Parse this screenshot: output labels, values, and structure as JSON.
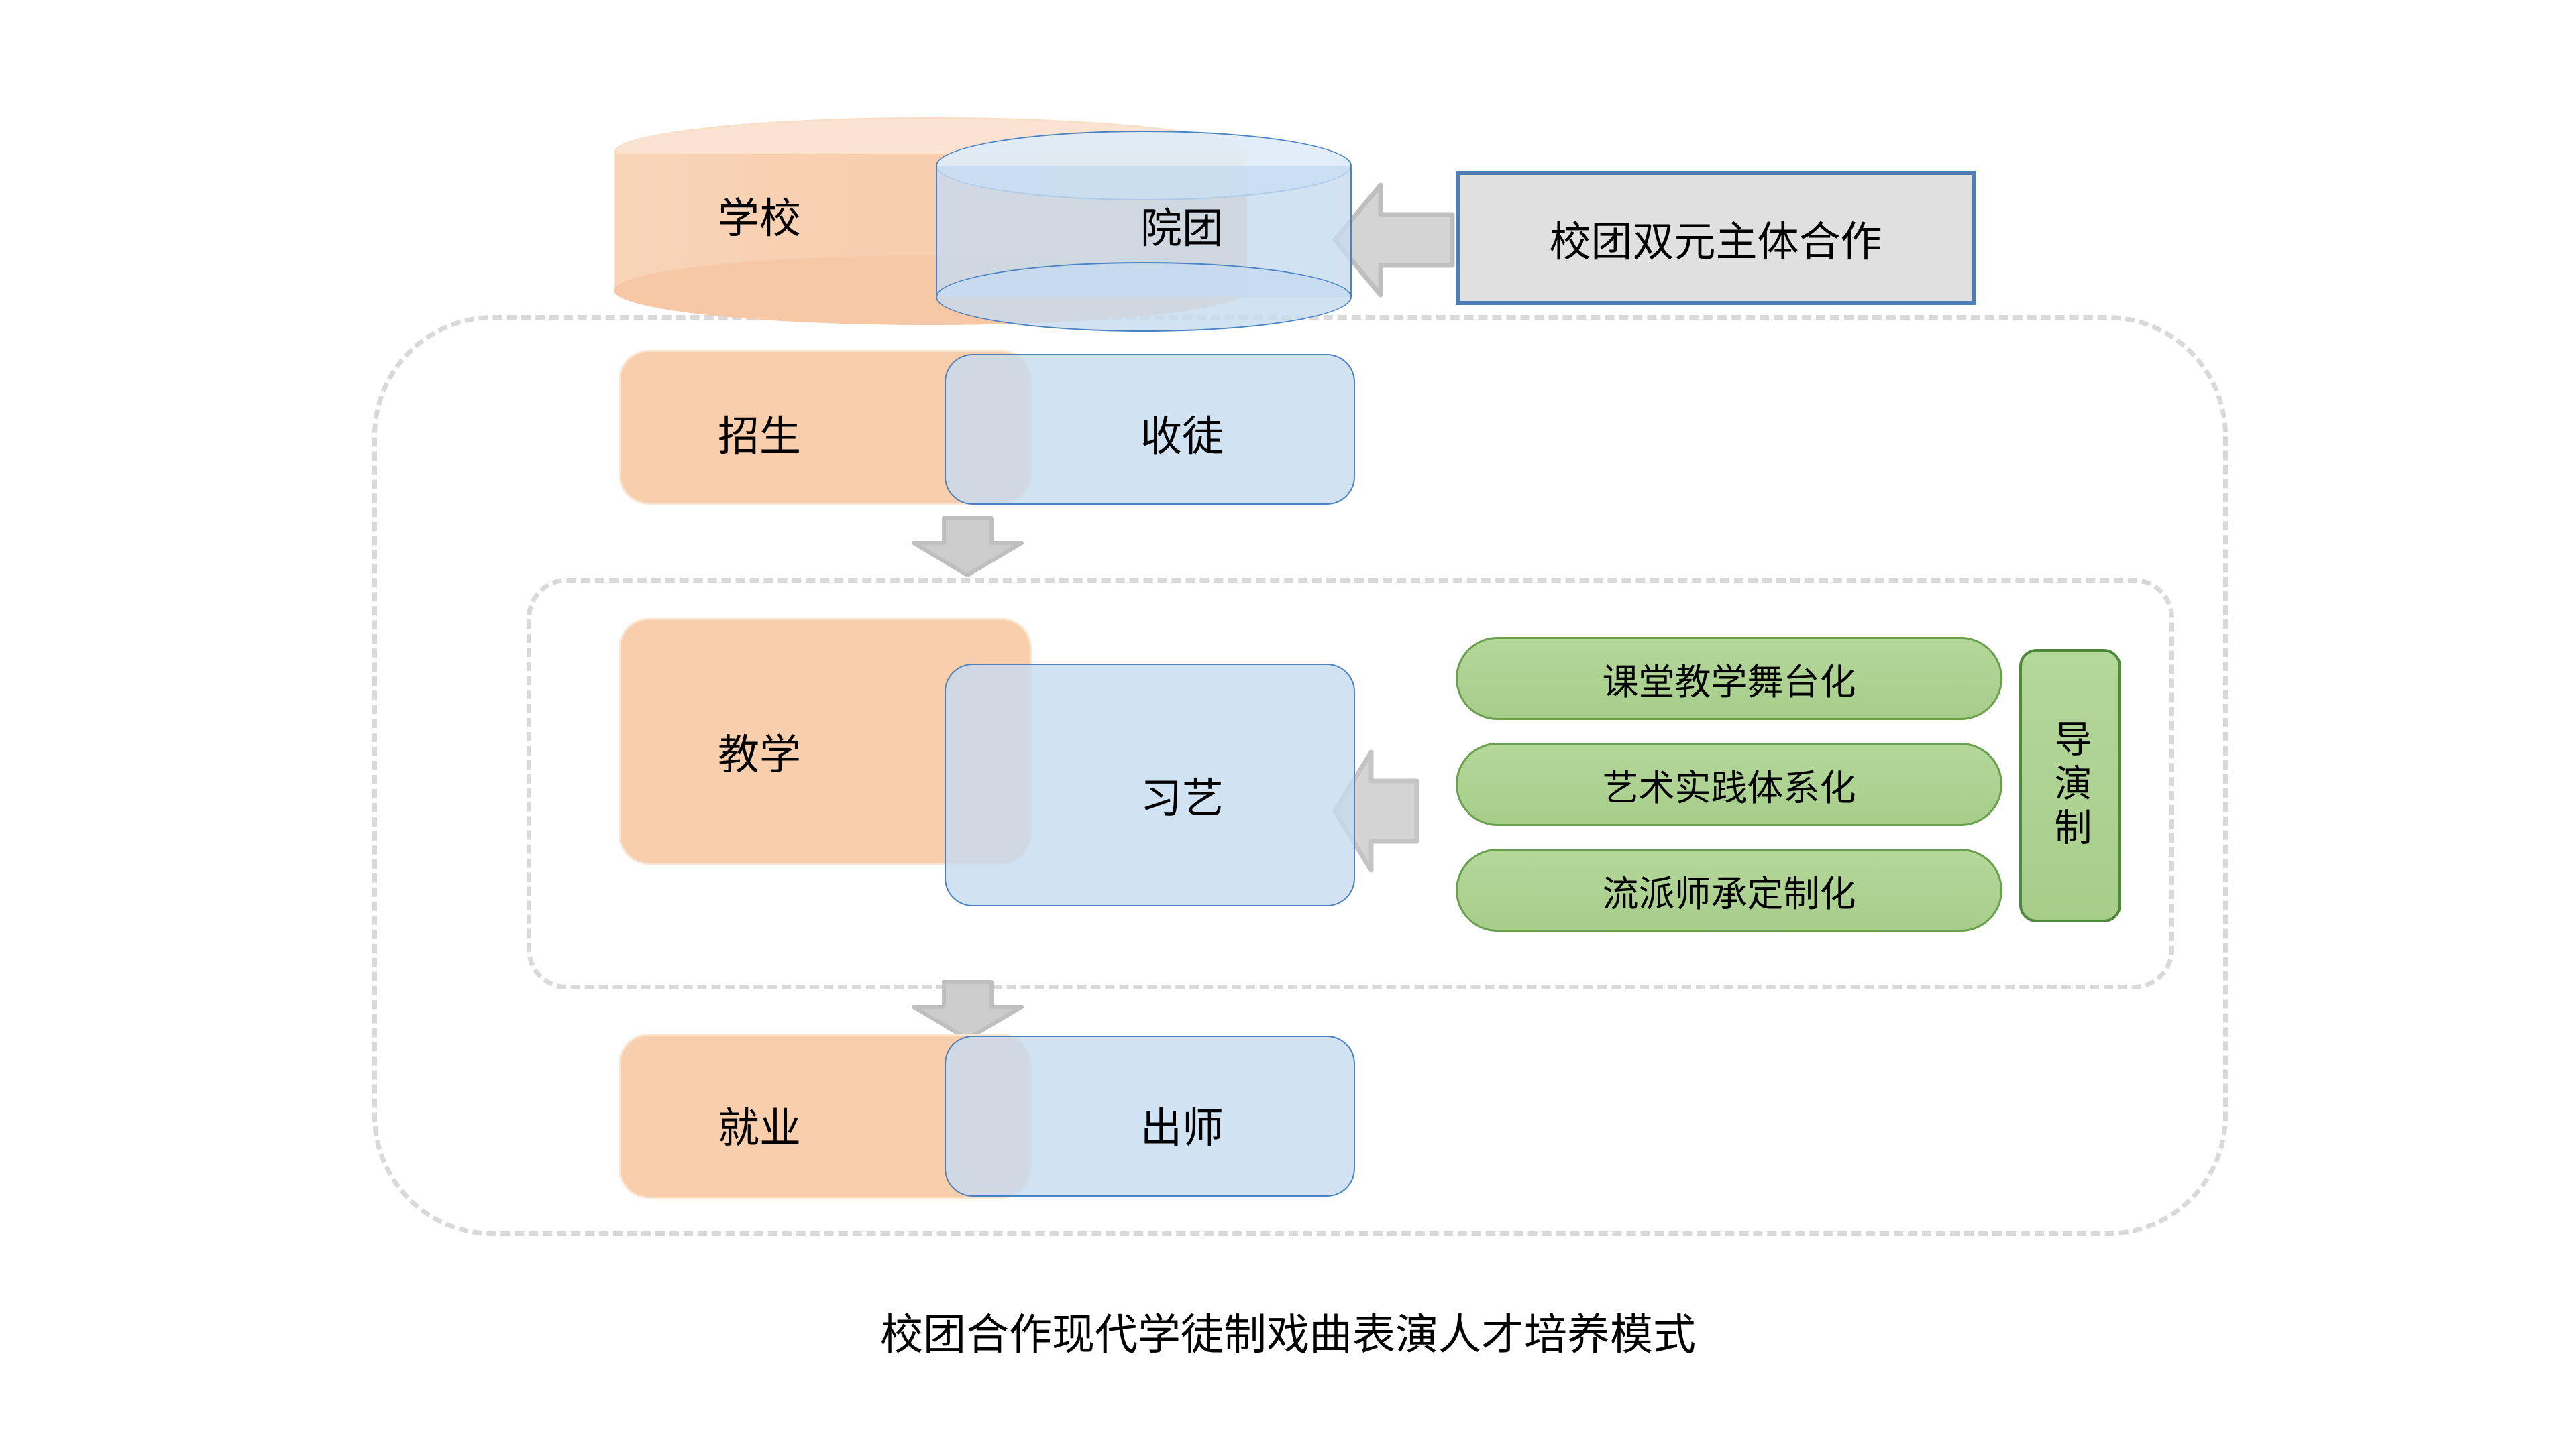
{
  "diagram": {
    "caption": "校团合作现代学徒制戏曲表演人才培养模式",
    "colors": {
      "orange_fill": "#f8cead",
      "blue_fill": "#c5dbf0",
      "blue_stroke": "#4a82c4",
      "green_fill": "#a7cd8b",
      "green_stroke": "#69a04b",
      "gray_arrow": "#d4d4d4",
      "gray_arrow_stroke": "#bfbfbf",
      "callout_fill": "#e0e0e0",
      "callout_stroke": "#4f7eb3",
      "dashed_stroke": "#d9d9d9"
    },
    "top_row": {
      "school_cylinder_label": "学校",
      "troupe_cylinder_label": "院团",
      "callout_label": "校团双元主体合作",
      "callout_arrow": "left-arrow-icon"
    },
    "stages": [
      {
        "orange_label": "招生",
        "blue_label": "收徒",
        "connector": "down-arrow-icon"
      },
      {
        "orange_label": "教学",
        "blue_label": "习艺",
        "connector": "down-arrow-icon",
        "side_arrow": "left-arrow-icon"
      },
      {
        "orange_label": "就业",
        "blue_label": "出师"
      }
    ],
    "teaching_methods": [
      "课堂教学舞台化",
      "艺术实践体系化",
      "流派师承定制化"
    ],
    "director_system_label": "导演制"
  }
}
